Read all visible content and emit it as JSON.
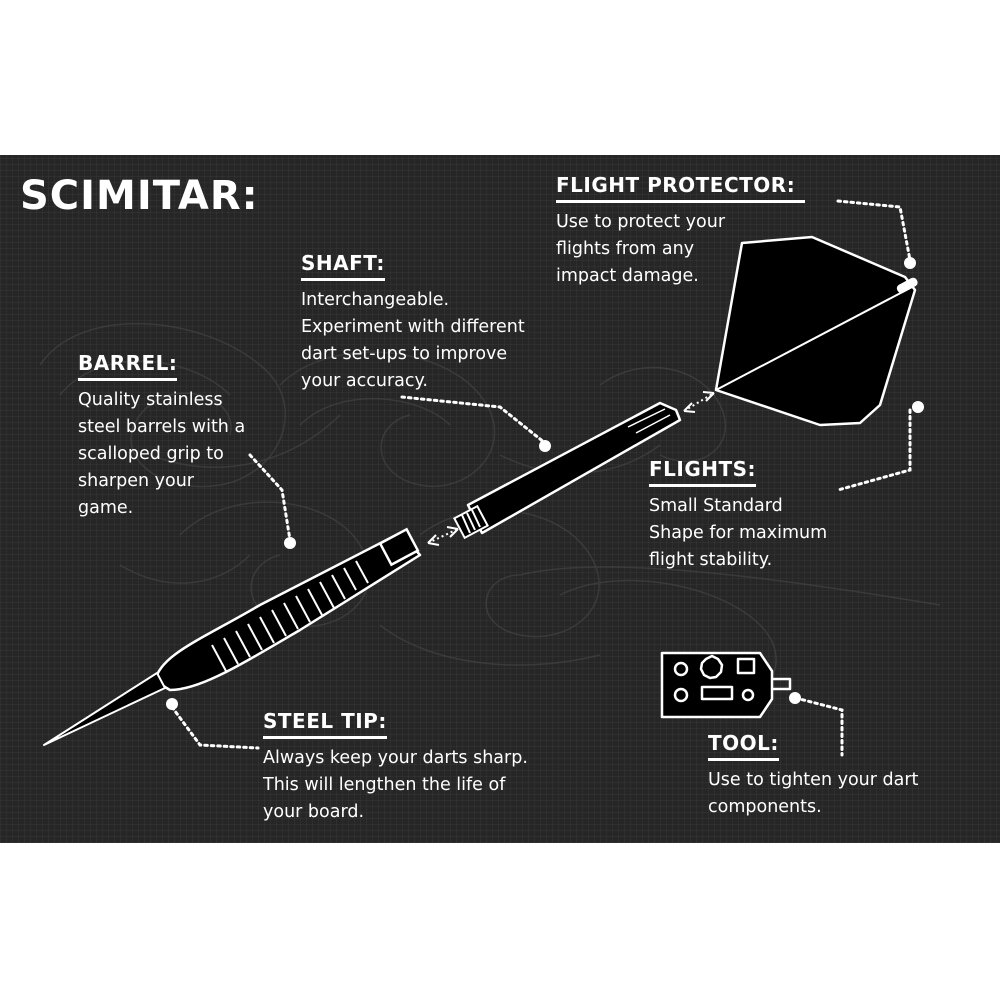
{
  "title": "SCIMITAR:",
  "callouts": {
    "flight_protector": {
      "heading": "FLIGHT PROTECTOR:",
      "lines": [
        "Use to protect your",
        "flights from any",
        "impact damage."
      ]
    },
    "shaft": {
      "heading": "SHAFT:",
      "lines": [
        "Interchangeable.",
        "Experiment with different",
        "dart set-ups to improve",
        "your accuracy."
      ]
    },
    "barrel": {
      "heading": "BARREL:",
      "lines": [
        "Quality stainless",
        "steel barrels with a",
        "scalloped grip to",
        "sharpen your",
        "game."
      ]
    },
    "flights": {
      "heading": "FLIGHTS:",
      "lines": [
        "Small Standard",
        "Shape for maximum",
        "flight stability."
      ]
    },
    "steel_tip": {
      "heading": "STEEL TIP:",
      "lines": [
        "Always keep your darts sharp.",
        "This will lengthen the life of",
        "your board."
      ]
    },
    "tool": {
      "heading": "TOOL:",
      "lines": [
        "Use to tighten your dart",
        "components."
      ]
    }
  },
  "colors": {
    "panel_background": "#262626",
    "foreground": "#ffffff",
    "dart_fill": "#000000"
  },
  "icons": [
    "dart-illustration",
    "dart-tool-icon",
    "leader-line-dots"
  ]
}
